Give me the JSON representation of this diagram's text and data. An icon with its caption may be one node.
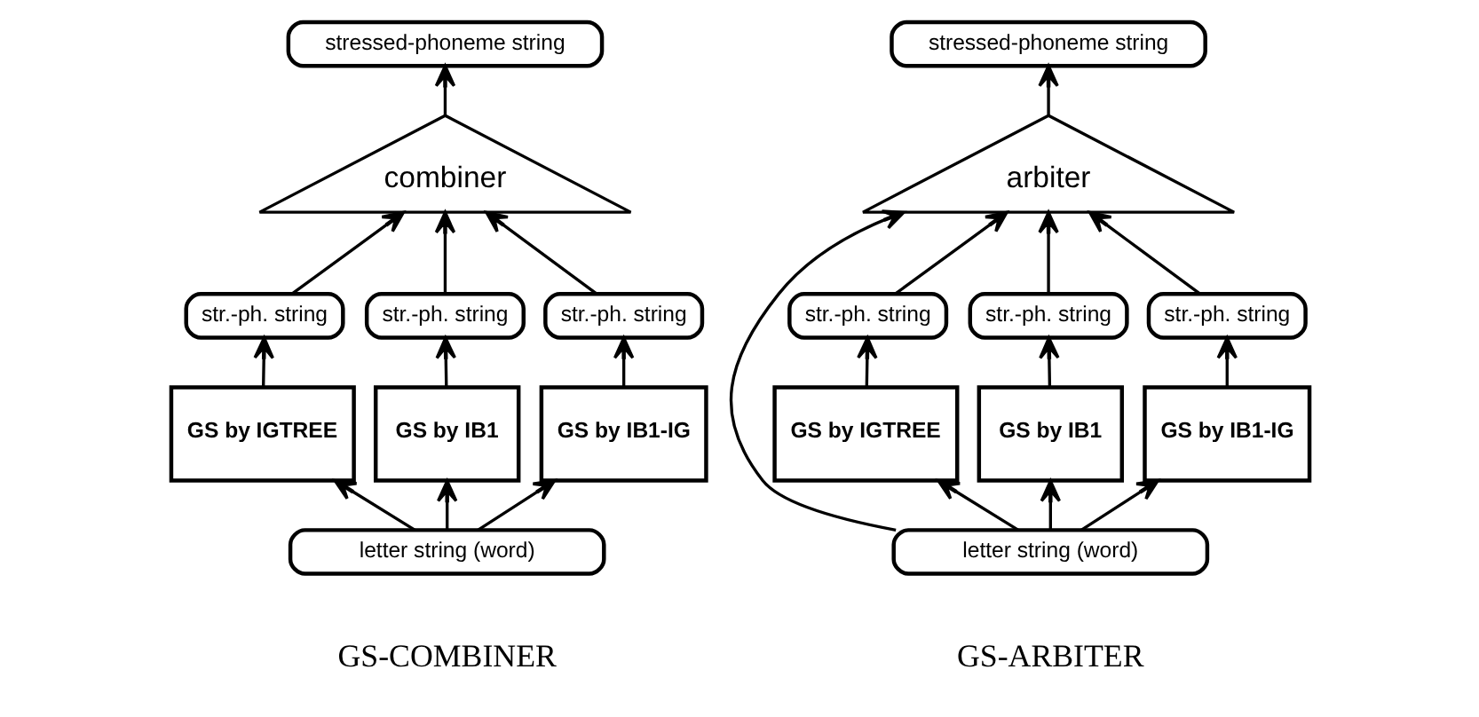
{
  "diagram": {
    "nodes": [
      {
        "text": [
          "stressed-phoneme string"
        ]
      },
      {
        "text": [
          "combiner"
        ]
      },
      {
        "text": [
          "str.-ph. string"
        ]
      },
      {
        "text": [
          "str.-ph. string"
        ]
      },
      {
        "text": [
          "str.-ph. string"
        ]
      },
      {
        "text": [
          "GS by IGTREE"
        ]
      },
      {
        "text": [
          "GS by IB1"
        ]
      },
      {
        "text": [
          "GS by IB1-IG"
        ]
      },
      {
        "text": [
          "letter string (word)"
        ]
      },
      {
        "text": [
          "stressed-phoneme string"
        ]
      },
      {
        "text": [
          "arbiter"
        ]
      },
      {
        "text": [
          "str.-ph. string"
        ]
      },
      {
        "text": [
          "str.-ph. string"
        ]
      },
      {
        "text": [
          "str.-ph. string"
        ]
      },
      {
        "text": [
          "GS by IGTREE"
        ]
      },
      {
        "text": [
          "GS by IB1"
        ]
      },
      {
        "text": [
          "GS by IB1-IG"
        ]
      },
      {
        "text": [
          "letter string (word)"
        ]
      }
    ],
    "edges": [
      {
        "from": 1,
        "to": 0,
        "arrow": "to"
      },
      {
        "from": 2,
        "to": 1,
        "arrow": "to"
      },
      {
        "from": 3,
        "to": 1,
        "arrow": "to"
      },
      {
        "from": 4,
        "to": 1,
        "arrow": "to"
      },
      {
        "from": 5,
        "to": 2,
        "arrow": "to"
      },
      {
        "from": 6,
        "to": 3,
        "arrow": "to"
      },
      {
        "from": 7,
        "to": 4,
        "arrow": "to"
      },
      {
        "from": 8,
        "to": 5,
        "arrow": "to"
      },
      {
        "from": 8,
        "to": 6,
        "arrow": "to"
      },
      {
        "from": 8,
        "to": 7,
        "arrow": "to"
      },
      {
        "from": 10,
        "to": 9,
        "arrow": "to"
      },
      {
        "from": 11,
        "to": 10,
        "arrow": "to"
      },
      {
        "from": 12,
        "to": 10,
        "arrow": "to"
      },
      {
        "from": 13,
        "to": 10,
        "arrow": "to"
      },
      {
        "from": 14,
        "to": 11,
        "arrow": "to"
      },
      {
        "from": 15,
        "to": 12,
        "arrow": "to"
      },
      {
        "from": 16,
        "to": 13,
        "arrow": "to"
      },
      {
        "from": 17,
        "to": 14,
        "arrow": "to"
      },
      {
        "from": 17,
        "to": 15,
        "arrow": "to"
      },
      {
        "from": 17,
        "to": 16,
        "arrow": "to"
      },
      {
        "from": 17,
        "to": 10,
        "arrow": "to"
      }
    ],
    "labels": [
      "GS-COMBINER",
      "GS-ARBITER"
    ]
  }
}
